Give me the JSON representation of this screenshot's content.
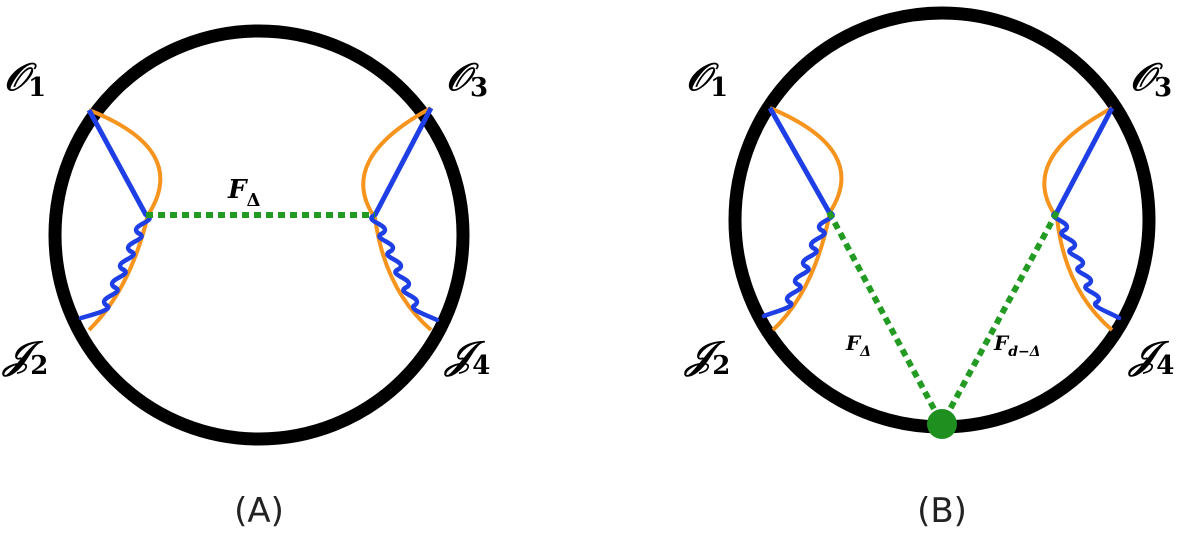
{
  "colors": {
    "circle": "#000000",
    "solid_line": "#1f3fe6",
    "wavy_line": "#1f3fe6",
    "arc": "#f7941d",
    "dotted_line": "#239b23",
    "vertex_dot": "#1f8f1f"
  },
  "panelA": {
    "caption": "(A)",
    "labels": {
      "o1": "𝒪",
      "o1_sub": "1",
      "o3": "𝒪",
      "o3_sub": "3",
      "j2": "𝒥",
      "j2_sub": "2",
      "j4": "𝒥",
      "j4_sub": "4"
    },
    "exchange": {
      "symbol": "F",
      "sub": "Δ"
    }
  },
  "panelB": {
    "caption": "(B)",
    "labels": {
      "o1": "𝒪",
      "o1_sub": "1",
      "o3": "𝒪",
      "o3_sub": "3",
      "j2": "𝒥",
      "j2_sub": "2",
      "j4": "𝒥",
      "j4_sub": "4"
    },
    "left_exchange": {
      "symbol": "F",
      "sub": "Δ"
    },
    "right_exchange": {
      "symbol": "F",
      "sub": "d−Δ"
    }
  }
}
